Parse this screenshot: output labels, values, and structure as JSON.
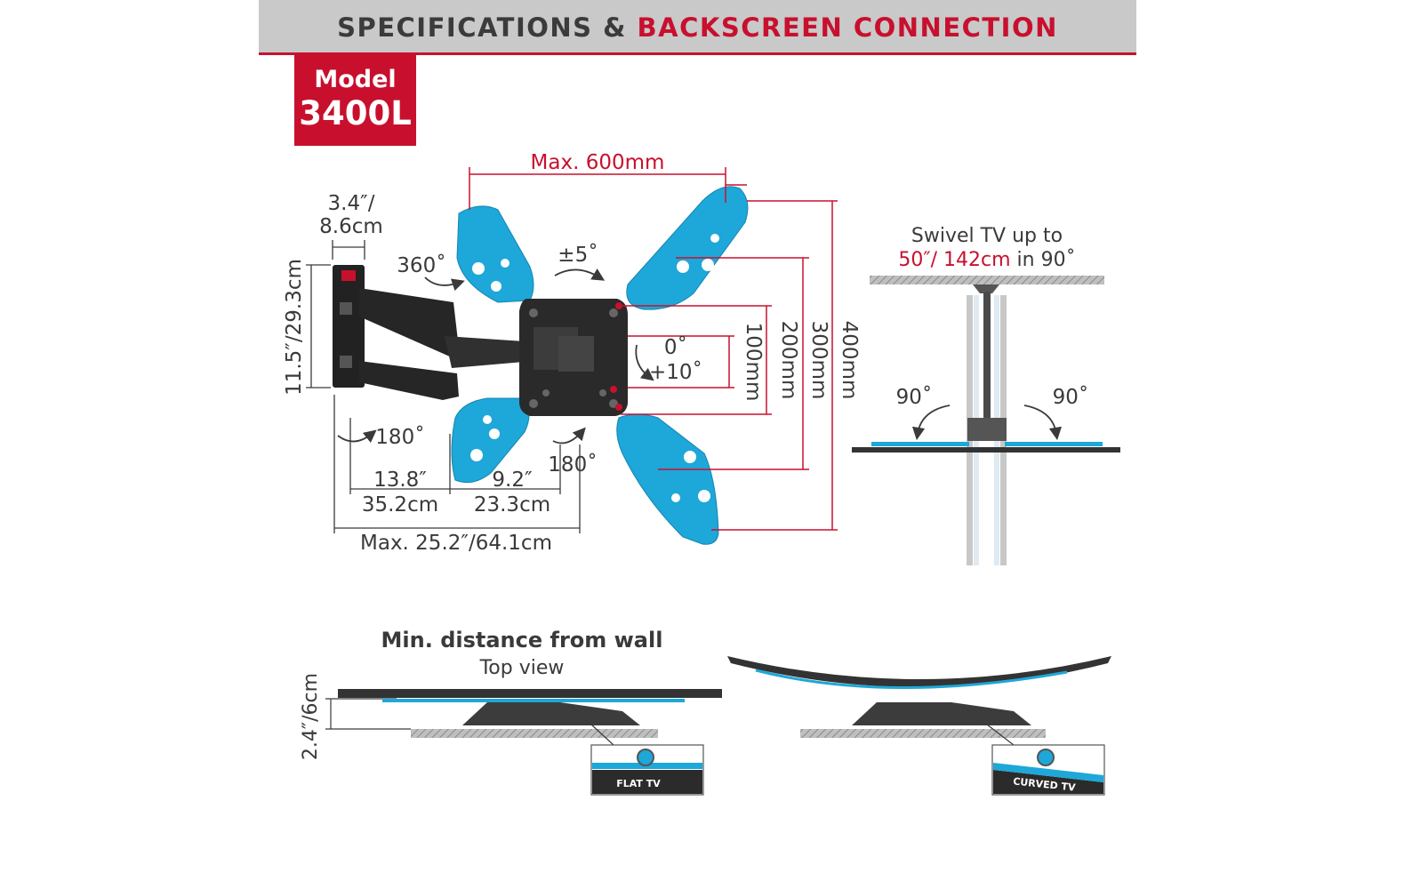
{
  "header": {
    "title_main": "SPECIFICATIONS & ",
    "title_accent": "BACKSCREEN CONNECTION"
  },
  "model": {
    "label": "Model",
    "number": "3400L"
  },
  "colors": {
    "accent": "#c8102e",
    "plate": "#1ea7d9",
    "dark": "#2b2b2b",
    "header_bg": "#c9c9c9"
  },
  "dimensions": {
    "max_width": "Max. 600mm",
    "arm_depth_top": "3.4″/",
    "arm_depth_bottom": "8.6cm",
    "plate_height": "11.5″/29.3cm",
    "rot_360": "360˚",
    "tilt_5": "±5˚",
    "swivel_180_left": "180˚",
    "swivel_180_right": "180˚",
    "tilt_0": "0˚",
    "tilt_10": "+10˚",
    "vesa_100": "100mm",
    "vesa_200": "200mm",
    "vesa_300": "300mm",
    "vesa_400": "400mm",
    "arm1_in": "13.8″",
    "arm1_cm": "35.2cm",
    "arm2_in": "9.2″",
    "arm2_cm": "23.3cm",
    "max_extension": "Max. 25.2″/64.1cm"
  },
  "swivel": {
    "line1": "Swivel TV up to",
    "line2_accent": "50″/ 142cm",
    "line2_rest": " in 90˚",
    "left_angle": "90˚",
    "right_angle": "90˚"
  },
  "min_distance": {
    "title": "Min. distance from wall",
    "subtitle": "Top view",
    "value": "2.4″/6cm"
  },
  "tv_types": {
    "flat": "FLAT TV",
    "curved": "CURVED TV"
  }
}
